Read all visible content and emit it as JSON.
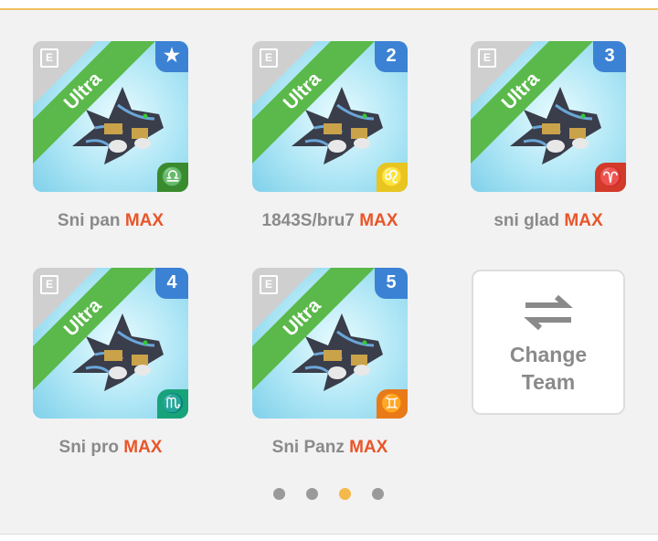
{
  "monsters": [
    {
      "badge": "★",
      "badge_icon": "star-icon",
      "rarity": "Ultra",
      "name": "Sni pan",
      "level": "MAX",
      "zodiac": "♎",
      "zodiac_name": "libra",
      "zodiac_color": "#3a8a2e"
    },
    {
      "badge": "2",
      "rarity": "Ultra",
      "name": "1843S/bru7",
      "level": "MAX",
      "zodiac": "♌",
      "zodiac_name": "leo",
      "zodiac_color": "#e8c520"
    },
    {
      "badge": "3",
      "rarity": "Ultra",
      "name": "sni glad",
      "level": "MAX",
      "zodiac": "♈",
      "zodiac_name": "aries",
      "zodiac_color": "#d23a2a"
    },
    {
      "badge": "4",
      "rarity": "Ultra",
      "name": "Sni pro",
      "level": "MAX",
      "zodiac": "♏",
      "zodiac_name": "scorpio",
      "zodiac_color": "#18a37a"
    },
    {
      "badge": "5",
      "rarity": "Ultra",
      "name": "Sni Panz",
      "level": "MAX",
      "zodiac": "♊",
      "zodiac_name": "gemini",
      "zodiac_color": "#e87a1a"
    }
  ],
  "change_team": {
    "line1": "Change",
    "line2": "Team"
  },
  "pagination": {
    "pages": 4,
    "current": 3,
    "active_color": "#f5b84a"
  }
}
